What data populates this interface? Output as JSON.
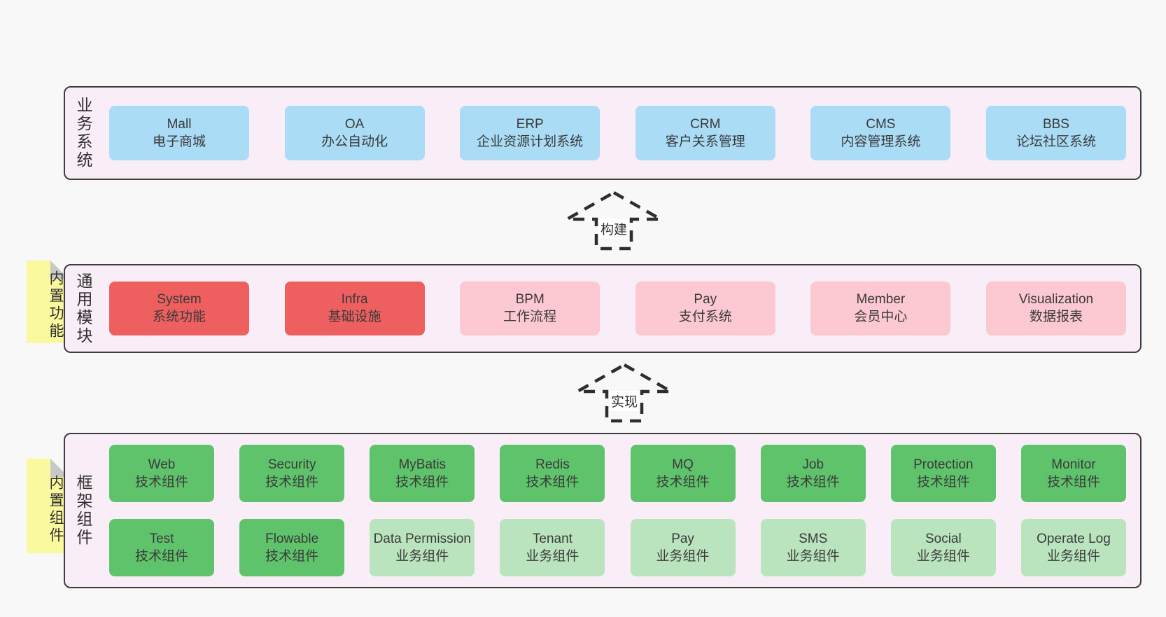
{
  "colors": {
    "page_bg": "#f8f8f8",
    "section_bg": "#f9eef7",
    "section_border": "#3d3d3d",
    "blue_box": "#aadcf6",
    "red_box": "#ee5f5f",
    "pink_box": "#fcc8d2",
    "green_dark_box": "#5fc36c",
    "green_light_box": "#bae4be",
    "note_yellow": "#fbf99e",
    "note_fold_gray": "#c8c8c8",
    "arrow_dash": "#2e2e2e",
    "text": "#3a3a3a"
  },
  "sections": {
    "business": {
      "label": "业务系统",
      "boxes": [
        {
          "title": "Mall",
          "subtitle": "电子商城",
          "variant": "blue"
        },
        {
          "title": "OA",
          "subtitle": "办公自动化",
          "variant": "blue"
        },
        {
          "title": "ERP",
          "subtitle": "企业资源计划系统",
          "variant": "blue"
        },
        {
          "title": "CRM",
          "subtitle": "客户关系管理",
          "variant": "blue"
        },
        {
          "title": "CMS",
          "subtitle": "内容管理系统",
          "variant": "blue"
        },
        {
          "title": "BBS",
          "subtitle": "论坛社区系统",
          "variant": "blue"
        }
      ]
    },
    "modules": {
      "label": "通用模块",
      "note": "内置功能",
      "boxes": [
        {
          "title": "System",
          "subtitle": "系统功能",
          "variant": "red"
        },
        {
          "title": "Infra",
          "subtitle": "基础设施",
          "variant": "red"
        },
        {
          "title": "BPM",
          "subtitle": "工作流程",
          "variant": "pink"
        },
        {
          "title": "Pay",
          "subtitle": "支付系统",
          "variant": "pink"
        },
        {
          "title": "Member",
          "subtitle": "会员中心",
          "variant": "pink"
        },
        {
          "title": "Visualization",
          "subtitle": "数据报表",
          "variant": "pink"
        }
      ]
    },
    "framework": {
      "label": "框架组件",
      "note": "内置组件",
      "rows": [
        [
          {
            "title": "Web",
            "subtitle": "技术组件",
            "variant": "green-dark"
          },
          {
            "title": "Security",
            "subtitle": "技术组件",
            "variant": "green-dark"
          },
          {
            "title": "MyBatis",
            "subtitle": "技术组件",
            "variant": "green-dark"
          },
          {
            "title": "Redis",
            "subtitle": "技术组件",
            "variant": "green-dark"
          },
          {
            "title": "MQ",
            "subtitle": "技术组件",
            "variant": "green-dark"
          },
          {
            "title": "Job",
            "subtitle": "技术组件",
            "variant": "green-dark"
          },
          {
            "title": "Protection",
            "subtitle": "技术组件",
            "variant": "green-dark"
          },
          {
            "title": "Monitor",
            "subtitle": "技术组件",
            "variant": "green-dark"
          }
        ],
        [
          {
            "title": "Test",
            "subtitle": "技术组件",
            "variant": "green-dark"
          },
          {
            "title": "Flowable",
            "subtitle": "技术组件",
            "variant": "green-dark"
          },
          {
            "title": "Data Permission",
            "subtitle": "业务组件",
            "variant": "green-light"
          },
          {
            "title": "Tenant",
            "subtitle": "业务组件",
            "variant": "green-light"
          },
          {
            "title": "Pay",
            "subtitle": "业务组件",
            "variant": "green-light"
          },
          {
            "title": "SMS",
            "subtitle": "业务组件",
            "variant": "green-light"
          },
          {
            "title": "Social",
            "subtitle": "业务组件",
            "variant": "green-light"
          },
          {
            "title": "Operate Log",
            "subtitle": "业务组件",
            "variant": "green-light"
          }
        ]
      ]
    }
  },
  "arrows": [
    {
      "label": "构建"
    },
    {
      "label": "实现"
    }
  ]
}
